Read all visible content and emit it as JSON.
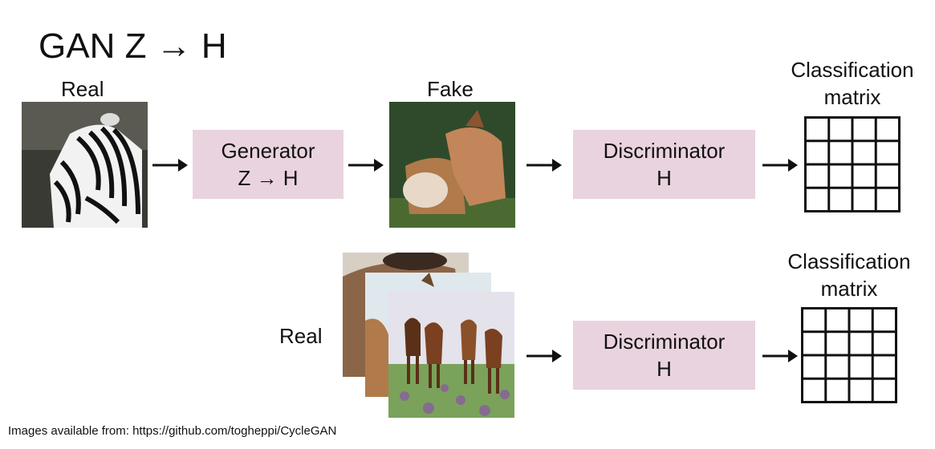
{
  "title": "GAN Z → H",
  "top_row": {
    "real_label": "Real",
    "fake_label": "Fake",
    "generator": {
      "line1": "Generator",
      "line2": "Z → H"
    },
    "discriminator": {
      "line1": "Discriminator",
      "line2": "H"
    },
    "classification": {
      "line1": "Classification",
      "line2": "matrix"
    }
  },
  "bottom_row": {
    "real_label": "Real",
    "discriminator": {
      "line1": "Discriminator",
      "line2": "H"
    },
    "classification": {
      "line1": "Classification",
      "line2": "matrix"
    }
  },
  "caption": "Images available from: https://github.com/togheppi/CycleGAN",
  "colors": {
    "box_fill": "#e9d3df",
    "stroke": "#111111"
  }
}
